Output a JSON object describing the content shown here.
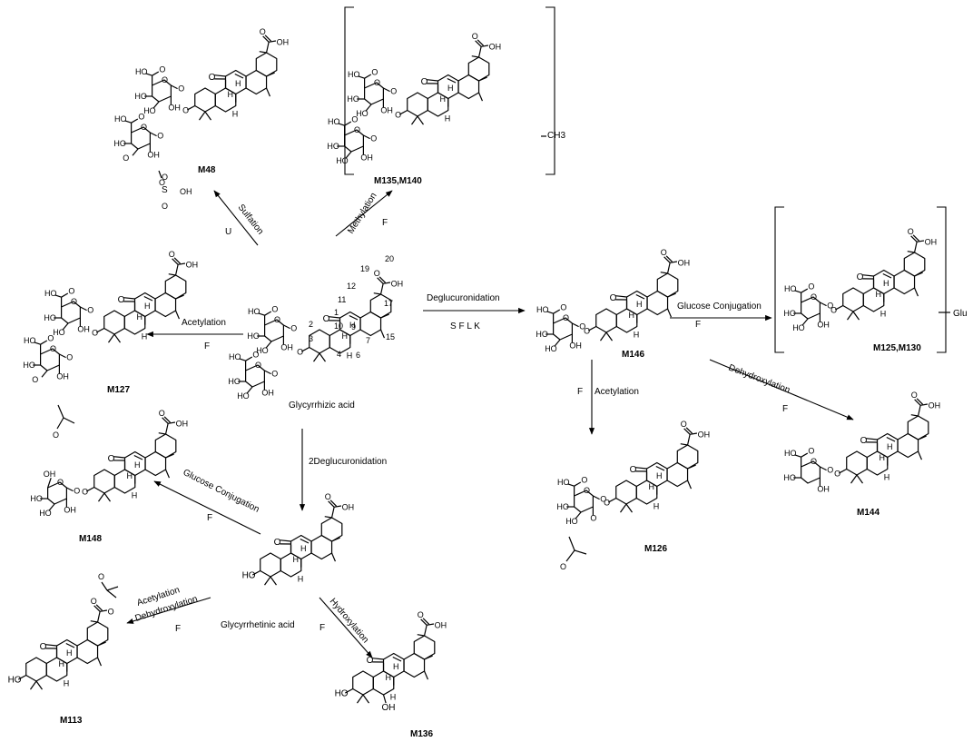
{
  "compounds": {
    "glycyrrhizic": "Glycyrrhizic acid",
    "glycyrrhetinic": "Glycyrrhetinic acid",
    "m48": "M48",
    "m135_m140": "M135,M140",
    "m127": "M127",
    "m146": "M146",
    "m125_m130": "M125,M130",
    "m126": "M126",
    "m144": "M144",
    "m148": "M148",
    "m113": "M113",
    "m136": "M136"
  },
  "reactions": {
    "sulfation": {
      "label": "Sulfation",
      "code": "U"
    },
    "methylation": {
      "label": "Methylation",
      "code": "F"
    },
    "acetylation_left": {
      "label": "Acetylation",
      "code": "F"
    },
    "deglucuronidation": {
      "label": "Deglucuronidation",
      "code": "S F L K"
    },
    "glucose_conj_right": {
      "label": "Glucose Conjugation",
      "code": "F"
    },
    "acetylation_down": {
      "label": "Acetylation",
      "code": "F"
    },
    "dehydroxylation": {
      "label": "Dehydroxylation",
      "code": "F"
    },
    "two_deglucuronidation": {
      "label": "2Deglucuronidation"
    },
    "glucose_conj_left": {
      "label": "Glucose Conjugation",
      "code": "F"
    },
    "acetylation_dehydroxylation": {
      "label1": "Acetylation",
      "label2": "Dehydroxylation",
      "code": "F"
    },
    "hydroxylation": {
      "label": "Hydroxylation",
      "code": "F"
    }
  },
  "substituents": {
    "ch3": "CH3",
    "glu": "Glu"
  },
  "atom_numbers": [
    "1",
    "2",
    "3",
    "4",
    "6",
    "7",
    "9",
    "10",
    "11",
    "12",
    "15",
    "17",
    "19",
    "20"
  ],
  "atom_labels": {
    "oh": "OH",
    "ho": "HO",
    "o": "O",
    "h": "H",
    "s": "S"
  }
}
